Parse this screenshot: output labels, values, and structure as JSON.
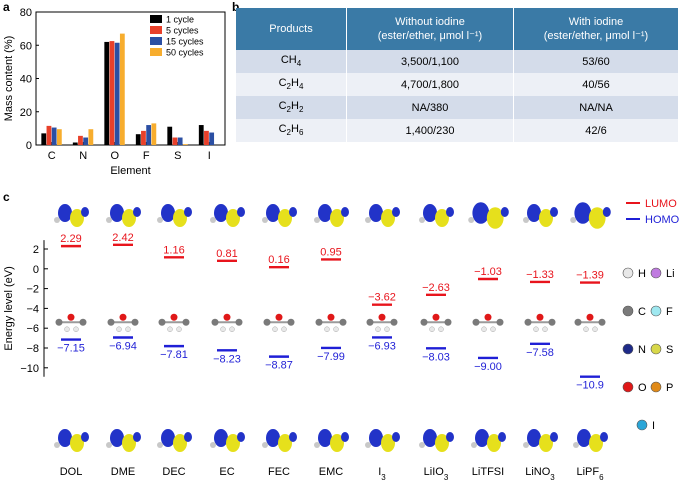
{
  "panels": {
    "a": "a",
    "b": "b",
    "c": "c"
  },
  "chart_data": [
    {
      "type": "bar",
      "ylabel": "Mass content (%)",
      "xlabel": "Element",
      "ylim": [
        0,
        80
      ],
      "yticks": [
        "0",
        "20",
        "40",
        "60",
        "80"
      ],
      "categories": [
        "C",
        "N",
        "O",
        "F",
        "S",
        "I"
      ],
      "legend_position": "top-right",
      "series": [
        {
          "name": "1 cycle",
          "color": "#000000",
          "values": [
            7,
            1.5,
            62,
            6.5,
            11,
            12
          ]
        },
        {
          "name": "5 cycles",
          "color": "#e8402a",
          "values": [
            11.5,
            5.5,
            62.5,
            8.5,
            4.5,
            8.5
          ]
        },
        {
          "name": "15 cycles",
          "color": "#2b4fa3",
          "values": [
            10.5,
            4.5,
            61.5,
            12,
            4.5,
            7.5
          ]
        },
        {
          "name": "50 cycles",
          "color": "#f7ad2e",
          "values": [
            9.5,
            9.5,
            67,
            13,
            0.5,
            0
          ]
        }
      ]
    },
    {
      "type": "table",
      "headers": {
        "col1": "Products",
        "col2_line1": "Without iodine",
        "col2_line2": "(ester/ether, μmol l⁻¹)",
        "col3_line1": "With iodine",
        "col3_line2": "(ester/ether, μmol l⁻¹)"
      },
      "rows": [
        {
          "product": "CH",
          "sub": "4",
          "without": "3,500/1,100",
          "with": "53/60"
        },
        {
          "product": "C",
          "sub1": "2",
          "product2": "H",
          "sub": "4",
          "without": "4,700/1,800",
          "with": "40/56"
        },
        {
          "product": "C",
          "sub1": "2",
          "product2": "H",
          "sub": "2",
          "without": "NA/380",
          "with": "NA/NA"
        },
        {
          "product": "C",
          "sub1": "2",
          "product2": "H",
          "sub": "6",
          "without": "1,400/230",
          "with": "42/6"
        }
      ]
    },
    {
      "type": "scatter",
      "ylabel": "Energy level (eV)",
      "yticks": [
        "2",
        "0",
        "−2",
        "−4",
        "−6",
        "−8",
        "−10"
      ],
      "legend": {
        "lumo": "LUMO",
        "homo": "HOMO",
        "lumo_color": "#e8141c",
        "homo_color": "#1f1fd6"
      },
      "molecules": [
        {
          "name": "DOL",
          "lumo": 2.29,
          "homo": -7.15,
          "lumo_label": "2.29",
          "homo_label": "−7.15"
        },
        {
          "name": "DME",
          "lumo": 2.42,
          "homo": -6.94,
          "lumo_label": "2.42",
          "homo_label": "−6.94"
        },
        {
          "name": "DEC",
          "lumo": 1.16,
          "homo": -7.81,
          "lumo_label": "1.16",
          "homo_label": "−7.81"
        },
        {
          "name": "EC",
          "lumo": 0.81,
          "homo": -8.23,
          "lumo_label": "0.81",
          "homo_label": "−8.23"
        },
        {
          "name": "FEC",
          "lumo": 0.16,
          "homo": -8.87,
          "lumo_label": "0.16",
          "homo_label": "−8.87"
        },
        {
          "name": "EMC",
          "lumo": 0.95,
          "homo": -7.99,
          "lumo_label": "0.95",
          "homo_label": "−7.99"
        },
        {
          "name": "I",
          "sub": "3",
          "lumo": -3.62,
          "homo": -6.93,
          "lumo_label": "−3.62",
          "homo_label": "−6.93"
        },
        {
          "name": "LiIO",
          "sub": "3",
          "lumo": -2.63,
          "homo": -8.03,
          "lumo_label": "−2.63",
          "homo_label": "−8.03"
        },
        {
          "name": "LiTFSI",
          "lumo": -1.03,
          "homo": -9.0,
          "lumo_label": "−1.03",
          "homo_label": "−9.00"
        },
        {
          "name": "LiNO",
          "sub": "3",
          "lumo": -1.33,
          "homo": -7.58,
          "lumo_label": "−1.33",
          "homo_label": "−7.58"
        },
        {
          "name": "LiPF",
          "sub": "6",
          "lumo": -1.39,
          "homo": -10.9,
          "lumo_label": "−1.39",
          "homo_label": "−10.9"
        }
      ],
      "atom_legend": [
        {
          "symbol": "H",
          "color": "#e8e8e8"
        },
        {
          "symbol": "Li",
          "color": "#c07be0"
        },
        {
          "symbol": "C",
          "color": "#7a7a7a"
        },
        {
          "symbol": "F",
          "color": "#9fe8f0"
        },
        {
          "symbol": "N",
          "color": "#1e2a88"
        },
        {
          "symbol": "S",
          "color": "#d8d84a"
        },
        {
          "symbol": "O",
          "color": "#e01818"
        },
        {
          "symbol": "P",
          "color": "#e08a18"
        },
        {
          "symbol": "I",
          "color": "#2aa6d8"
        }
      ]
    }
  ]
}
